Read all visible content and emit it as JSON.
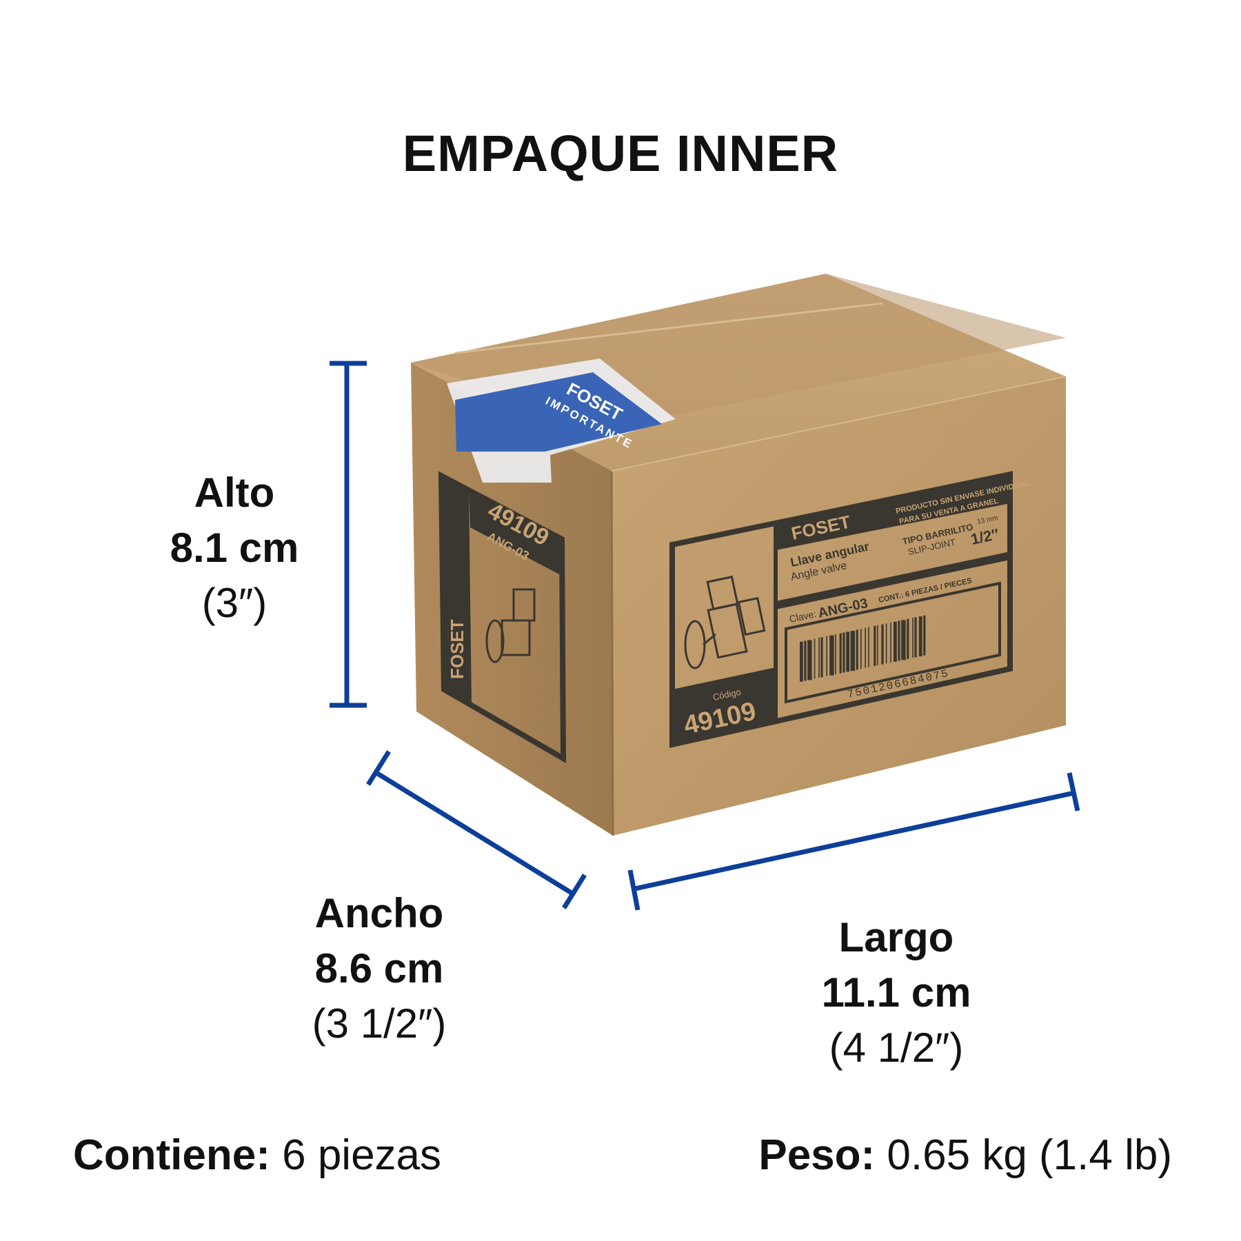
{
  "title": "EMPAQUE INNER",
  "dimensions": {
    "alto": {
      "label": "Alto",
      "metric": "8.1 cm",
      "imperial": "(3″)"
    },
    "ancho": {
      "label": "Ancho",
      "metric": "8.6 cm",
      "imperial": "(3 1/2″)"
    },
    "largo": {
      "label": "Largo",
      "metric": "11.1 cm",
      "imperial": "(4 1/2″)"
    }
  },
  "footer": {
    "contiene_label": "Contiene:",
    "contiene_value": "6 piezas",
    "peso_label": "Peso:",
    "peso_value": "0.65 kg (1.4 lb)"
  },
  "box": {
    "brand": "FOSET",
    "front_label": {
      "notice_1": "PRODUCTO SIN ENVASE INDIVIDUAL,",
      "notice_2": "PARA SU VENTA A GRANEL",
      "product_es": "Llave angular",
      "product_en": "Angle valve",
      "type_es": "TIPO BARRILITO",
      "type_en": "SLIP-JOINT",
      "size_mm": "13 mm",
      "size_in": "1/2″",
      "clave_label": "Clave:",
      "clave": "ANG-03",
      "cont": "CONT.: 6 PIEZAS / PIECES",
      "codigo_label": "Código",
      "codigo": "49109",
      "barcode_number": "7501206684075"
    },
    "side_label": {
      "code": "49109",
      "model": "ANG-03",
      "brand": "FOSET"
    },
    "tape_label": {
      "brand": "FOSET",
      "heading": "IMPORTANTE"
    }
  },
  "colors": {
    "measure_blue": "#0d3f9a",
    "cardboard_front": "#bf9a6a",
    "cardboard_side": "#a9865a",
    "cardboard_top": "#c7a576",
    "print_dark": "#3a3630",
    "tape_label_blue": "#3a64b6"
  }
}
